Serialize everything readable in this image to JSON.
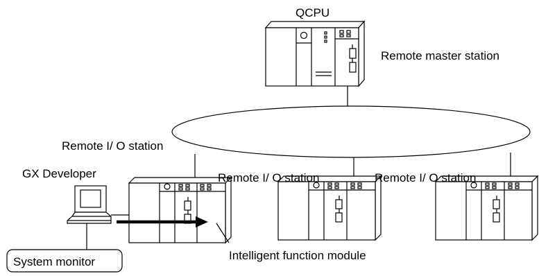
{
  "labels": {
    "qcpu": "QCPU",
    "remote_master_station": "Remote master station",
    "remote_io_station_1": "Remote I/ O station",
    "remote_io_station_2": "Remote I/ O station",
    "remote_io_station_3": "Remote I/ O station",
    "gx_developer": "GX Developer",
    "system_monitor": "System monitor",
    "intelligent_function_module": "Intelligent function module"
  }
}
